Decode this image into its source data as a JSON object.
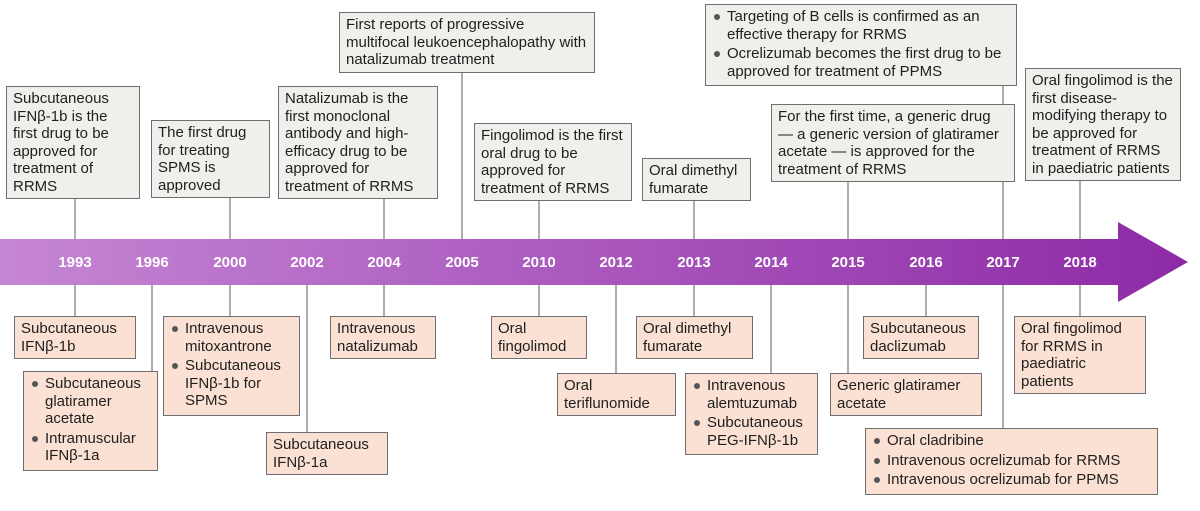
{
  "years": [
    "1993",
    "1996",
    "2000",
    "2002",
    "2004",
    "2005",
    "2010",
    "2012",
    "2013",
    "2014",
    "2015",
    "2016",
    "2017",
    "2018"
  ],
  "top_events": [
    {
      "year": "1993",
      "text": "Subcutaneous IFNβ-1b is the first drug to be approved for treatment of RRMS"
    },
    {
      "year": "2000",
      "text": "The first drug for treating SPMS is approved"
    },
    {
      "year": "2004",
      "text": "Natalizumab is the first monoclonal antibody and high-efficacy drug to be approved for treatment of RRMS"
    },
    {
      "year": "2005",
      "text": "First reports of progressive multifocal leukoencephalopathy with natalizumab treatment"
    },
    {
      "year": "2010",
      "text": "Fingolimod is the first oral drug to be approved for treatment of RRMS"
    },
    {
      "year": "2013",
      "text": "Oral dimethyl fumarate"
    },
    {
      "year": "2015",
      "text": "For the first time, a generic drug — a generic version of glatiramer acetate — is approved for the treatment of RRMS"
    },
    {
      "year": "2017",
      "items": [
        "Targeting of B cells is confirmed as an effective therapy for RRMS",
        "Ocrelizumab becomes the first drug to be approved for treatment of PPMS"
      ]
    },
    {
      "year": "2018",
      "text": "Oral fingolimod is the first disease-modifying therapy to be approved for treatment of RRMS in paediatric patients"
    }
  ],
  "bottom_events": [
    {
      "year": "1993",
      "text": "Subcutaneous IFNβ-1b"
    },
    {
      "year": "1996",
      "items": [
        "Subcutaneous glatiramer acetate",
        "Intramuscular IFNβ-1a"
      ]
    },
    {
      "year": "2000",
      "items": [
        "Intravenous mitoxantrone",
        "Subcutaneous IFNβ-1b for SPMS"
      ]
    },
    {
      "year": "2002",
      "text": "Subcutaneous IFNβ-1a"
    },
    {
      "year": "2004",
      "text": "Intravenous natalizumab"
    },
    {
      "year": "2010",
      "text": "Oral fingolimod"
    },
    {
      "year": "2012",
      "text": "Oral teriflunomide"
    },
    {
      "year": "2013",
      "text": "Oral dimethyl fumarate"
    },
    {
      "year": "2014",
      "items": [
        "Intravenous alemtuzumab",
        "Subcutaneous PEG-IFNβ-1b"
      ]
    },
    {
      "year": "2015",
      "text": "Generic glatiramer acetate"
    },
    {
      "year": "2016",
      "text": "Subcutaneous daclizumab"
    },
    {
      "year": "2017",
      "items": [
        "Oral cladribine",
        "Intravenous ocrelizumab for RRMS",
        "Intravenous ocrelizumab for PPMS"
      ]
    },
    {
      "year": "2018",
      "text": "Oral fingolimod for RRMS in paediatric patients"
    }
  ],
  "colors": {
    "arrow_start": "#c586d4",
    "arrow_end": "#8e2aa6",
    "top_box": "#eef0ec",
    "bottom_box": "#fbe1d3",
    "border": "#6f6f6f"
  }
}
